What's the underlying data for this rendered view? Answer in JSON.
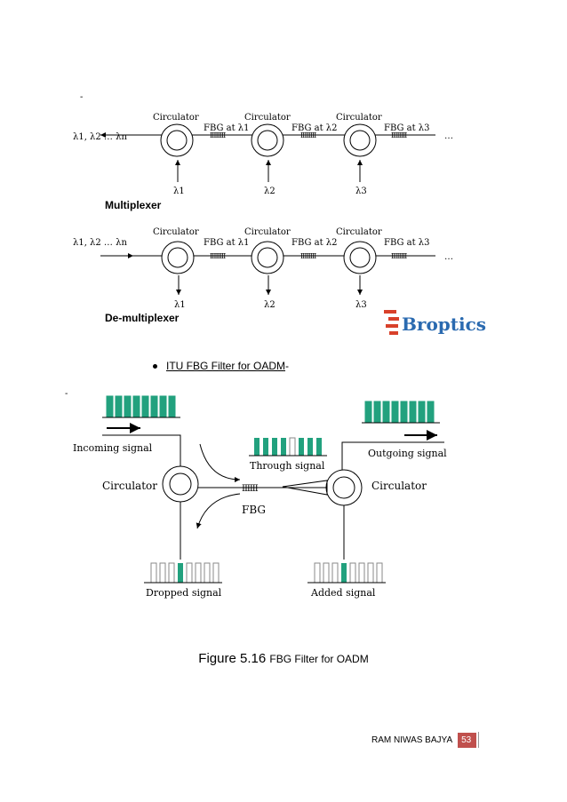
{
  "multiplexer": {
    "input_label": "λ1, λ2 … λn",
    "circulator_label": "Circulator",
    "fbg_labels": [
      "FBG at λ1",
      "FBG at λ2",
      "FBG at λ3"
    ],
    "port_labels": [
      "λ1",
      "λ2",
      "λ3"
    ],
    "ellipsis": "…",
    "title": "Multiplexer"
  },
  "demultiplexer": {
    "input_label": "λ1, λ2 … λn",
    "circulator_label": "Circulator",
    "fbg_labels": [
      "FBG at λ1",
      "FBG at λ2",
      "FBG at λ3"
    ],
    "port_labels": [
      "λ1",
      "λ2",
      "λ3"
    ],
    "ellipsis": "…",
    "title": "De-multiplexer"
  },
  "logo": {
    "text": "Broptics",
    "text_color": "#2a6ab0",
    "mark_color": "#d8402a"
  },
  "bullet": {
    "text": "ITU FBG Filter for OADM",
    "suffix": "-"
  },
  "oadm": {
    "incoming": "Incoming signal",
    "outgoing": "Outgoing signal",
    "through": "Through signal",
    "circulator_left": "Circulator",
    "circulator_right": "Circulator",
    "fbg": "FBG",
    "dropped": "Dropped signal",
    "added": "Added signal",
    "channel_color": "#22a17e"
  },
  "caption": {
    "prefix": "Figure 5.16",
    "text": "FBG Filter for OADM"
  },
  "footer": {
    "author": "RAM NIWAS BAJYA",
    "page": "53",
    "page_color": "#c0504d"
  }
}
